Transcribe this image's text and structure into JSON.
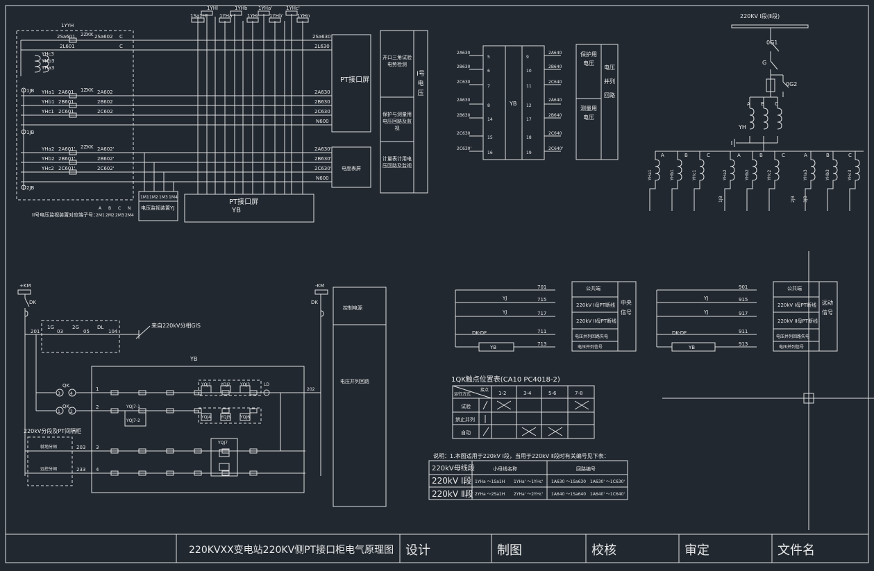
{
  "drawing": {
    "top_bus": {
      "labels": [
        "1YHl",
        "1YHb",
        "1YHa'",
        "1YHc'",
        "1YHb'",
        "1YHa",
        "1YHc",
        "1YHn",
        "1Sa1H"
      ]
    },
    "left_panel": {
      "title": "1YYH",
      "row_texts": [
        "2Sa601",
        "2ZKK",
        "2Sa602",
        "C",
        "2L601",
        "C",
        "YHc3",
        "YHb3",
        "YHa3",
        "1JB",
        "YHa1",
        "2A601",
        "1ZKK",
        "2A602",
        "YHb1",
        "2B601",
        "2B602",
        "YHc1",
        "2C601",
        "2C602",
        "1JB",
        "YHa2",
        "2A601'",
        "2ZKK",
        "2A602'",
        "YHb2",
        "2B601'",
        "2B602'",
        "YHc2",
        "2C601'",
        "2C602'",
        "2JB"
      ],
      "bottom_note": "II号电压监视装置对应端子号：",
      "bottom_terms": [
        "A",
        "B",
        "C",
        "N",
        "2M1",
        "2M2",
        "2M3",
        "2M4"
      ],
      "monitor_terms": [
        "1M1",
        "1M2",
        "1M3",
        "1M4"
      ],
      "monitor_label": "电压监视装置YJ"
    },
    "right_wires": [
      "2Sa630",
      "2L630",
      "2A630",
      "2B630",
      "2C630",
      "N600",
      "2A630'",
      "2B630'",
      "2C630'",
      "N600"
    ],
    "pt_box1": "PT接口屏",
    "meter_box": "电度表屏",
    "pt_box2": "PT接口屏",
    "pt_box2_sub": "YB",
    "func_boxes": [
      "开口三角试验电势检测",
      "保护与测量用电压回路及监视",
      "计量表计用电压回路及监视"
    ],
    "func_side": "I号电压",
    "yb_block": {
      "label": "YB",
      "left_labels": [
        "2A630",
        "2B630",
        "2C630",
        "2A630",
        "2B630",
        "2C630",
        "2C630'"
      ],
      "left_nums": [
        "5",
        "6",
        "7",
        "8",
        "14",
        "15",
        "16"
      ],
      "right_nums": [
        "9",
        "10",
        "11",
        "12",
        "17",
        "18",
        "19"
      ],
      "right_labels": [
        "2A640",
        "2B640",
        "2C640",
        "2A640",
        "2B640",
        "2C640",
        "2C640'"
      ]
    },
    "yb_side": [
      "保护用电压",
      "测量用电压"
    ],
    "yb_side2": "电压并列回路",
    "pt_diagram": {
      "bus": "220KV Ⅰ段(Ⅱ段)",
      "labels": [
        "0G1",
        "G",
        "0G2",
        "A",
        "B",
        "C",
        "YH"
      ],
      "bottom_labels": [
        "A",
        "B",
        "C",
        "A",
        "B",
        "C",
        "A",
        "B",
        "C"
      ],
      "coils": [
        "YHa1",
        "YHb1",
        "YHc1",
        "YHa2",
        "YHb2",
        "YHc2",
        "YHa3",
        "YHb3",
        "YHc3"
      ],
      "jb": [
        "1JB",
        "2JB",
        "3JB"
      ]
    },
    "dc": {
      "plus": "+KM",
      "minus": "-KM",
      "dk": [
        "DK",
        "DK"
      ],
      "nodes": [
        "201",
        "1G",
        "03",
        "2G",
        "05",
        "DL",
        "104"
      ],
      "gis_note": "来自220kV分相GIS",
      "yb": "YB",
      "qk": [
        "QK",
        "QK"
      ],
      "circle_nums": [
        "3",
        "4",
        "1",
        "2"
      ],
      "row_nums": [
        "1",
        "2",
        "3",
        "4"
      ],
      "yqj": [
        "YQJ1",
        "YQJ2",
        "YQJ3",
        "YQJ4",
        "YQJ5",
        "YQJ6",
        "YQJ7",
        "LD"
      ],
      "yqj7": [
        "YQJ7-1",
        "YQJ7-2"
      ],
      "out": "202",
      "lower_box": "220kV分段及PT间隔柜",
      "lower_items": [
        "就地分闸",
        "远控分闸"
      ],
      "lower_nums": [
        "203",
        "233"
      ],
      "ctrl_boxes": [
        "控制电源",
        "电压并列回路"
      ]
    },
    "signal1": {
      "nums": [
        "701",
        "715",
        "717",
        "711",
        "713"
      ],
      "relays": [
        "YJ",
        "YJ",
        "DK-DF",
        "YB"
      ],
      "box": [
        "公共端",
        "220kV I母PT断线",
        "220kV II母PT断线",
        "电压并列回路失电",
        "电压并列信号"
      ],
      "side": "中央信号"
    },
    "signal2": {
      "nums": [
        "901",
        "915",
        "917",
        "911",
        "913"
      ],
      "relays": [
        "YJ",
        "YJ",
        "DK-DF",
        "YB"
      ],
      "box": [
        "公共端",
        "220kV I母PT断线",
        "220kV II母PT断线",
        "电压并列回路失电",
        "电压并列信号"
      ],
      "side": "远动信号"
    },
    "qk_table": {
      "title": "1QK触点位置表(CA10 PC4018-2)",
      "header": [
        "运行方式",
        "接点",
        "1-2",
        "3-4",
        "5-6",
        "7-8"
      ],
      "rows": [
        "试验",
        "禁止并列",
        "自动"
      ]
    },
    "note": "说明：1.本图适用于220kV Ⅰ段，当用于220kV Ⅱ段时有关编号见下表：",
    "note_table": {
      "header": [
        "220kV母线段",
        "小母线名称",
        "回路编号"
      ],
      "rows": [
        [
          "220kV Ⅰ段",
          "1YHa ～1Sa1H",
          "1YHa' ～1YHc'",
          "1A630 ～1Sa630",
          "1A630' ～1C630'"
        ],
        [
          "220kV Ⅱ段",
          "2YHa ～2Sa1H",
          "2YHa' ～2YHc'",
          "1A640 ～1Sa640",
          "1A640' ～1C640'"
        ]
      ]
    },
    "title_block": {
      "title": "220KVXX变电站220KV侧PT接口柜电气原理图",
      "fields": [
        "设计",
        "制图",
        "校核",
        "审定",
        "文件名"
      ]
    }
  }
}
